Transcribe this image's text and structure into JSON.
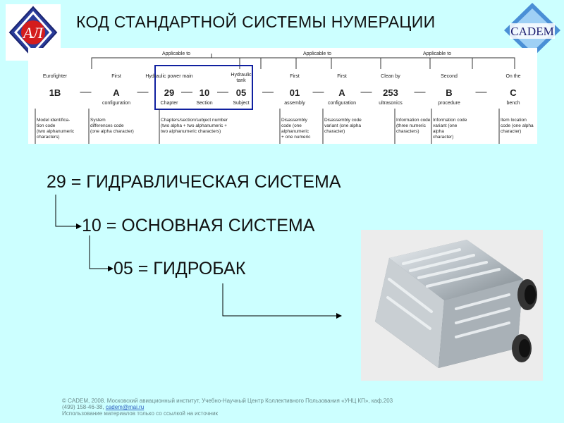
{
  "header": {
    "title": "КОД СТАНДАРТНОЙ СИСТЕМЫ НУМЕРАЦИИ",
    "logo_left_text": "АЛ",
    "logo_right_text": "CADEM"
  },
  "diagram": {
    "groups": [
      "Applicable to",
      "Applicable to",
      "Applicable to"
    ],
    "columns": [
      {
        "top": "Eurofighter",
        "code": "1B",
        "sub": "",
        "desc": [
          "Model identifica-",
          "tion code",
          "(two alphanumeric",
          "characters)"
        ]
      },
      {
        "top": "First",
        "code": "A",
        "sub": "configuration",
        "desc": [
          "System",
          "differences code",
          "(one alpha character)"
        ]
      },
      {
        "top": "Hydraulic power main",
        "code": "29",
        "sub": "Chapter",
        "desc": [
          "Chapters/section/subject number",
          "(two alpha + two alphanumeric +",
          "two alphanumeric characters)"
        ]
      },
      {
        "top": "",
        "code": "10",
        "sub": "Section",
        "desc": []
      },
      {
        "top": "Hydraulic tank",
        "code": "05",
        "sub": "Subject",
        "desc": []
      },
      {
        "top": "First",
        "code": "01",
        "sub": "assembly",
        "desc": [
          "Disassembly",
          "code (one",
          "alphanumeric",
          "+ one numeric"
        ]
      },
      {
        "top": "First",
        "code": "A",
        "sub": "configuration",
        "desc": [
          "Disassembly code",
          "variant (one alpha",
          "character)"
        ]
      },
      {
        "top": "Clean by",
        "code": "253",
        "sub": "ultrasonics",
        "desc": [
          "Information code",
          "(three numeric",
          "characters)"
        ]
      },
      {
        "top": "Second",
        "code": "B",
        "sub": "procedure",
        "desc": [
          "Information code",
          "variant (one",
          "alpha",
          "character)"
        ]
      },
      {
        "top": "On the",
        "code": "C",
        "sub": "bench",
        "desc": [
          "Item location",
          "code (one alpha",
          "character)"
        ]
      }
    ]
  },
  "lines": {
    "l1": "29 = ГИДРАВЛИЧЕСКАЯ СИСТЕМА",
    "l2": "10 = ОСНОВНАЯ СИСТЕМА",
    "l3": "05 = ГИДРОБАК"
  },
  "footer": {
    "line1": "© CADEM, 2008. Московский авиационный институт, Учебно-Научный Центр Коллективного Пользования «УНЦ КП», каф.203",
    "line2_prefix": "(499) 158-46-38, ",
    "email": "cadem@mai.ru",
    "line3": "Использование материалов только со ссылкой на источник"
  }
}
